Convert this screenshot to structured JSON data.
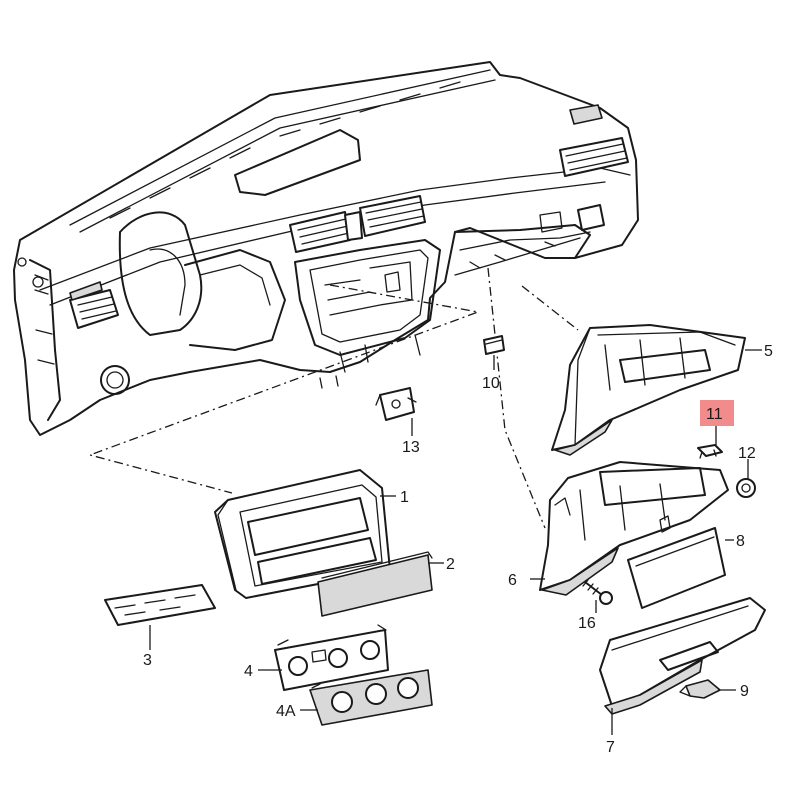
{
  "callouts": {
    "c1": "1",
    "c2": "2",
    "c3": "3",
    "c4": "4",
    "c4a": "4A",
    "c5": "5",
    "c6": "6",
    "c7": "7",
    "c8": "8",
    "c9": "9",
    "c10": "10",
    "c11": "11",
    "c12": "12",
    "c13": "13",
    "c16": "16"
  },
  "colors": {
    "highlight": "#f28b8b",
    "line": "#1a1a1a"
  }
}
